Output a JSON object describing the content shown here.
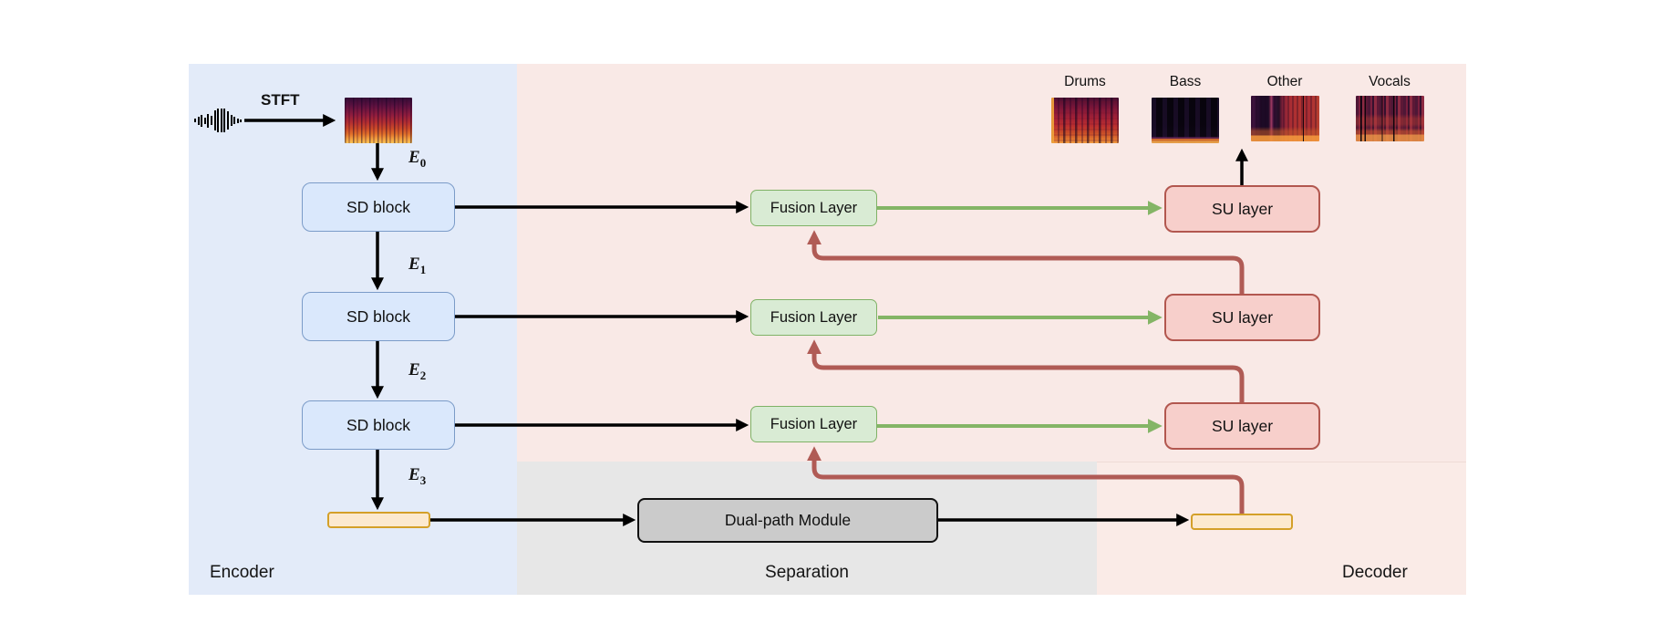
{
  "regions": {
    "encoder_label": "Encoder",
    "separation_label": "Separation",
    "decoder_label": "Decoder"
  },
  "input": {
    "stft_label": "STFT"
  },
  "encoder": {
    "blocks": [
      {
        "label": "SD block"
      },
      {
        "label": "SD block"
      },
      {
        "label": "SD block"
      }
    ],
    "skip_labels": [
      {
        "base": "E",
        "sub": "0"
      },
      {
        "base": "E",
        "sub": "1"
      },
      {
        "base": "E",
        "sub": "2"
      },
      {
        "base": "E",
        "sub": "3"
      }
    ]
  },
  "decoder": {
    "fusion_layers": [
      {
        "label": "Fusion Layer"
      },
      {
        "label": "Fusion Layer"
      },
      {
        "label": "Fusion Layer"
      }
    ],
    "su_layers": [
      {
        "label": "SU layer"
      },
      {
        "label": "SU layer"
      },
      {
        "label": "SU layer"
      }
    ]
  },
  "separation": {
    "module_label": "Dual-path Module"
  },
  "outputs": {
    "labels": [
      "Drums",
      "Bass",
      "Other",
      "Vocals"
    ]
  },
  "colors": {
    "encoder_region": "#E3EBF9",
    "decoder_region": "#F9E9E6",
    "separation_region": "#E7E7E7",
    "sd_block_fill": "#DAE8FC",
    "sd_block_border": "#7B9BC8",
    "fusion_fill": "#D9EBD4",
    "fusion_border": "#7FB266",
    "su_fill": "#F7CFCB",
    "su_border": "#B2574F",
    "latent_bar_fill": "#FCE9CF",
    "latent_bar_border": "#D4A029",
    "module_fill": "#CBCBCB",
    "skip_arrow_green": "#84B566",
    "feedback_arrow_red": "#B05B55",
    "arrow_black": "#000000"
  }
}
